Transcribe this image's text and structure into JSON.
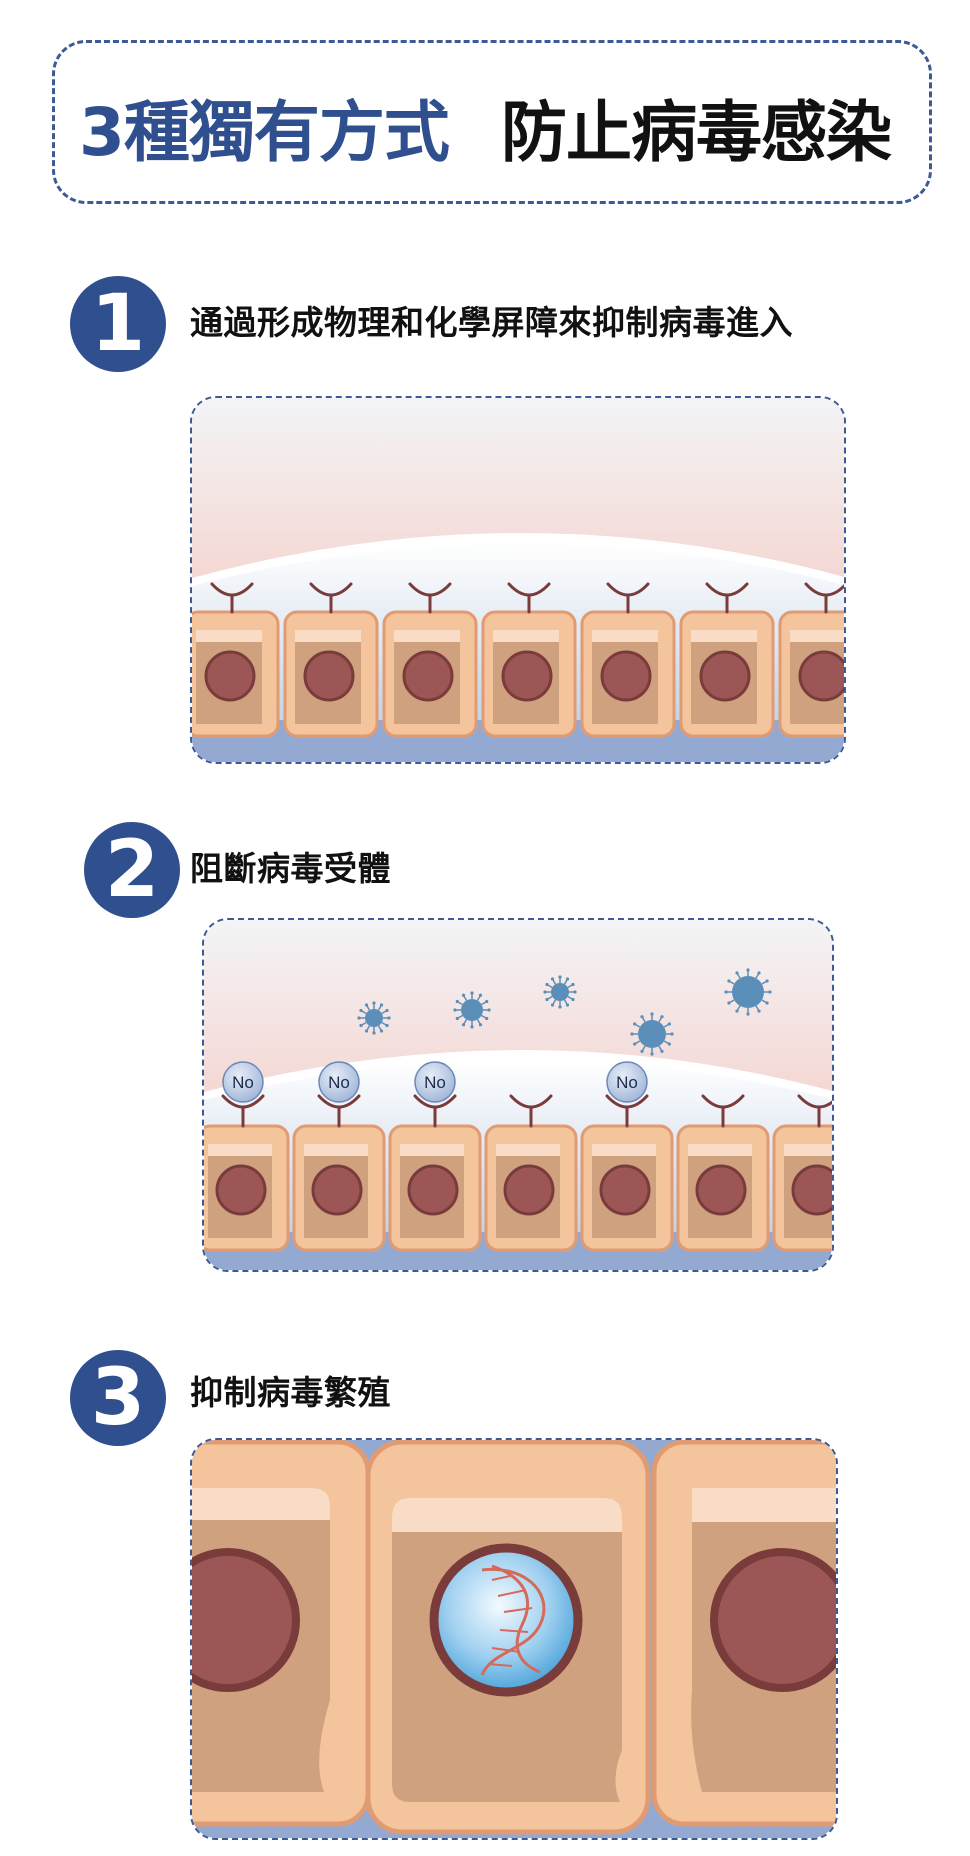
{
  "title": {
    "part1": "3種獨有方式",
    "part2": "防止病毒感染"
  },
  "steps": [
    {
      "number": "1",
      "text": "通過形成物理和化學屏障來抑制病毒進入"
    },
    {
      "number": "2",
      "text": "阻斷病毒受體"
    },
    {
      "number": "3",
      "text": "抑制病毒繁殖"
    }
  ],
  "receptor_label": "No",
  "colors": {
    "brand_blue": "#2f4f8f",
    "cell_fill": "#f4c49c",
    "cell_inner": "#cfa17e",
    "nucleus": "#9c5656",
    "virus": "#5b8fb9"
  }
}
